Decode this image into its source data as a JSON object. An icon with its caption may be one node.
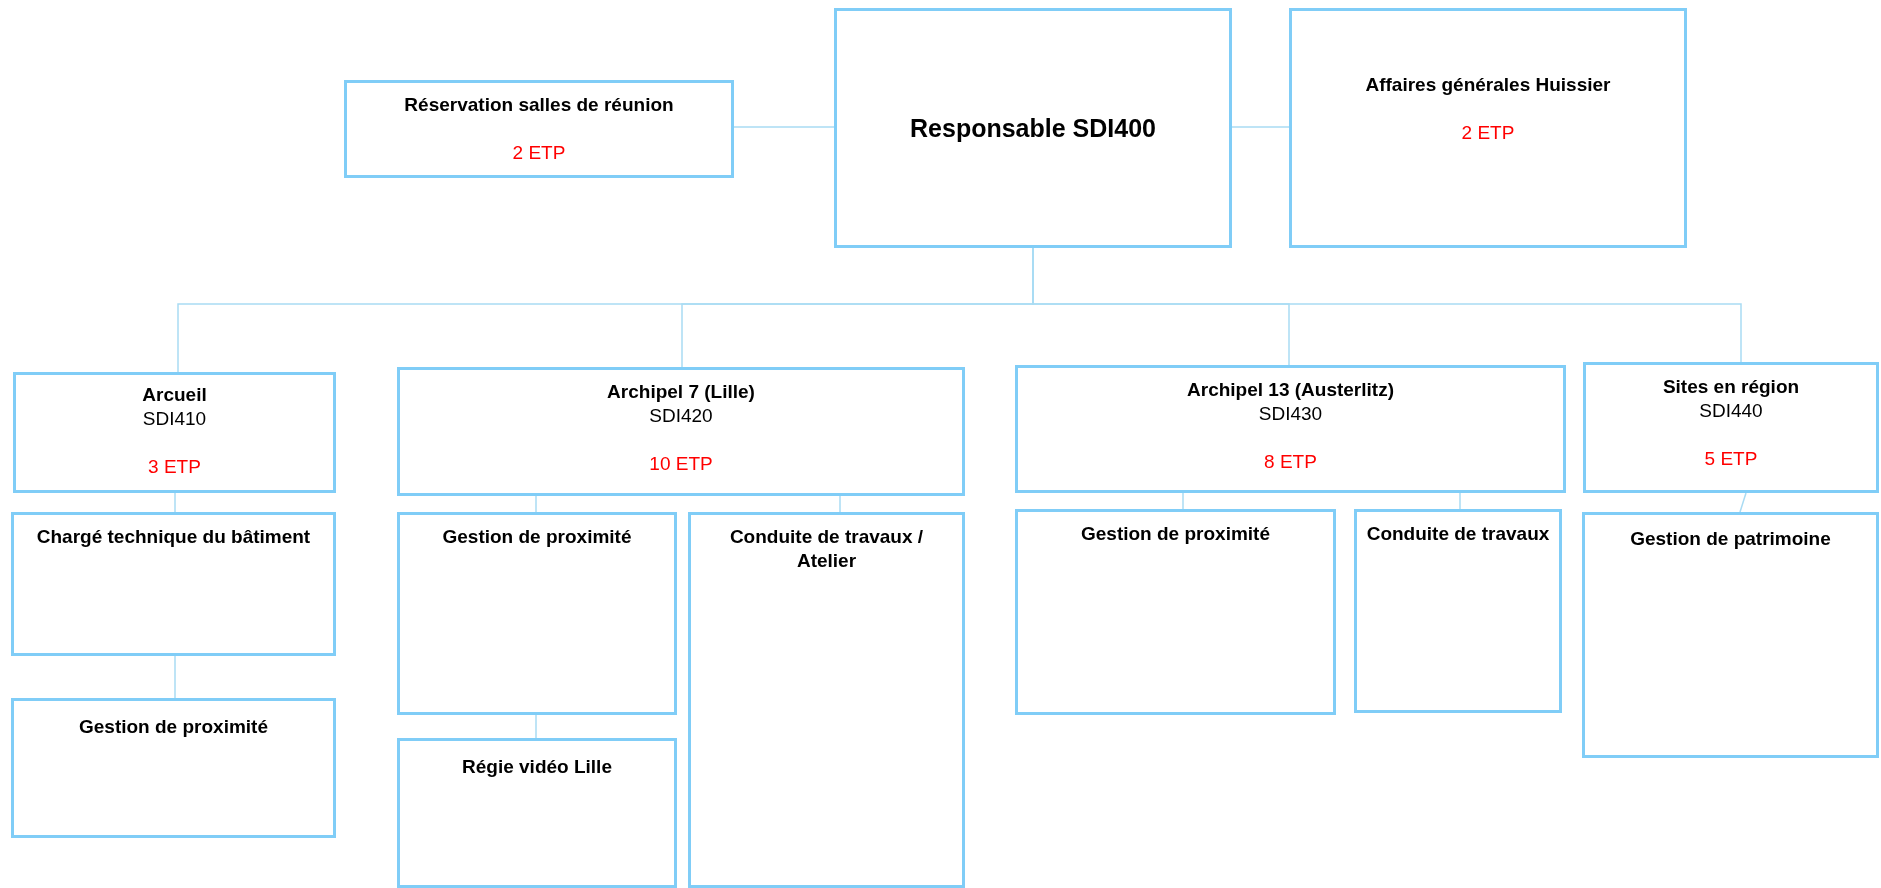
{
  "diagram": {
    "nodes": [
      {
        "text": [
          "Réservation salles de réunion",
          "2 ETP"
        ]
      },
      {
        "text": [
          "Responsable SDI400"
        ]
      },
      {
        "text": [
          "Affaires générales Huissier",
          "2 ETP"
        ]
      },
      {
        "text": [
          "Arcueil",
          "SDI410",
          "3 ETP"
        ]
      },
      {
        "text": [
          "Archipel 7 (Lille)",
          "SDI420",
          "10 ETP"
        ]
      },
      {
        "text": [
          "Archipel 13 (Austerlitz)",
          "SDI430",
          "8 ETP"
        ]
      },
      {
        "text": [
          "Sites en région",
          "SDI440",
          "5 ETP"
        ]
      },
      {
        "text": [
          "Chargé technique du bâtiment"
        ]
      },
      {
        "text": [
          "Gestion de proximité"
        ]
      },
      {
        "text": [
          "Gestion de proximité"
        ]
      },
      {
        "text": [
          "Conduite de travaux / Atelier"
        ]
      },
      {
        "text": [
          "Régie vidéo Lille"
        ]
      },
      {
        "text": [
          "Gestion de proximité"
        ]
      },
      {
        "text": [
          "Conduite de travaux"
        ]
      },
      {
        "text": [
          "Gestion de patrimoine"
        ]
      }
    ],
    "edges": [
      {
        "from": 1,
        "to": 0,
        "arrow": "none"
      },
      {
        "from": 1,
        "to": 2,
        "arrow": "none"
      },
      {
        "from": 1,
        "to": 3,
        "arrow": "none"
      },
      {
        "from": 1,
        "to": 4,
        "arrow": "none"
      },
      {
        "from": 1,
        "to": 5,
        "arrow": "none"
      },
      {
        "from": 1,
        "to": 6,
        "arrow": "none"
      },
      {
        "from": 3,
        "to": 7,
        "arrow": "none"
      },
      {
        "from": 7,
        "to": 8,
        "arrow": "none"
      },
      {
        "from": 4,
        "to": 9,
        "arrow": "none"
      },
      {
        "from": 4,
        "to": 10,
        "arrow": "none"
      },
      {
        "from": 9,
        "to": 11,
        "arrow": "none"
      },
      {
        "from": 5,
        "to": 12,
        "arrow": "none"
      },
      {
        "from": 5,
        "to": 13,
        "arrow": "none"
      },
      {
        "from": 6,
        "to": 14,
        "arrow": "none"
      }
    ]
  }
}
